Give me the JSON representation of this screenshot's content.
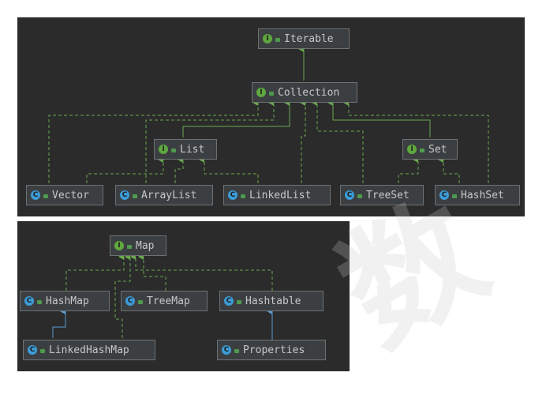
{
  "colors": {
    "interface_icon": "#5fa83f",
    "class_icon": "#3d9bd6",
    "extends_interface_edge": "#6aa84f",
    "extends_class_edge": "#5a9bd6"
  },
  "collection_diagram": {
    "nodes": [
      {
        "id": "iterable",
        "label": "Iterable",
        "kind": "I"
      },
      {
        "id": "collection",
        "label": "Collection",
        "kind": "I"
      },
      {
        "id": "list",
        "label": "List",
        "kind": "I"
      },
      {
        "id": "set",
        "label": "Set",
        "kind": "I"
      },
      {
        "id": "vector",
        "label": "Vector",
        "kind": "C"
      },
      {
        "id": "arraylist",
        "label": "ArrayList",
        "kind": "C"
      },
      {
        "id": "linkedlist",
        "label": "LinkedList",
        "kind": "C"
      },
      {
        "id": "treeset",
        "label": "TreeSet",
        "kind": "C"
      },
      {
        "id": "hashset",
        "label": "HashSet",
        "kind": "C"
      }
    ]
  },
  "map_diagram": {
    "nodes": [
      {
        "id": "map",
        "label": "Map",
        "kind": "I"
      },
      {
        "id": "hashmap",
        "label": "HashMap",
        "kind": "C"
      },
      {
        "id": "treemap",
        "label": "TreeMap",
        "kind": "C"
      },
      {
        "id": "hashtable",
        "label": "Hashtable",
        "kind": "C"
      },
      {
        "id": "linkedhashmap",
        "label": "LinkedHashMap",
        "kind": "C"
      },
      {
        "id": "properties",
        "label": "Properties",
        "kind": "C"
      }
    ]
  }
}
